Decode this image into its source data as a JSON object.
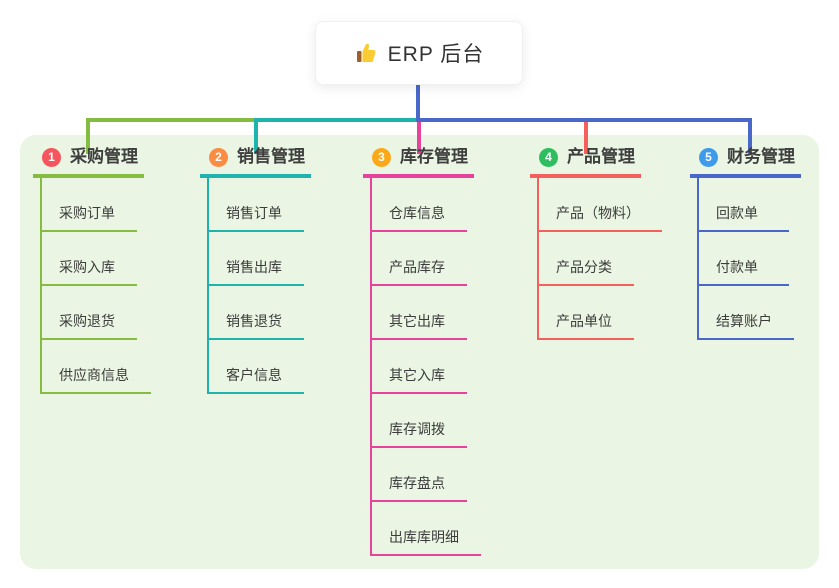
{
  "root": {
    "title": "ERP 后台",
    "icon": "thumbs-up-icon",
    "line_color": "#4A68C8"
  },
  "panel_bg": "#EAF6E3",
  "branches": [
    {
      "number": "1",
      "label": "采购管理",
      "badge_color": "#F4555E",
      "line_color": "#85BB41",
      "items": [
        "采购订单",
        "采购入库",
        "采购退货",
        "供应商信息"
      ]
    },
    {
      "number": "2",
      "label": "销售管理",
      "badge_color": "#FB8C44",
      "line_color": "#1EB3AD",
      "items": [
        "销售订单",
        "销售出库",
        "销售退货",
        "客户信息"
      ]
    },
    {
      "number": "3",
      "label": "库存管理",
      "badge_color": "#FBA919",
      "line_color": "#E8439C",
      "items": [
        "仓库信息",
        "产品库存",
        "其它出库",
        "其它入库",
        "库存调拨",
        "库存盘点",
        "出库库明细"
      ]
    },
    {
      "number": "4",
      "label": "产品管理",
      "badge_color": "#2EBE5F",
      "line_color": "#F4605C",
      "items": [
        "产品（物料）",
        "产品分类",
        "产品单位"
      ]
    },
    {
      "number": "5",
      "label": "财务管理",
      "badge_color": "#3D9BE9",
      "line_color": "#4A68C8",
      "items": [
        "回款单",
        "付款单",
        "结算账户"
      ]
    }
  ]
}
